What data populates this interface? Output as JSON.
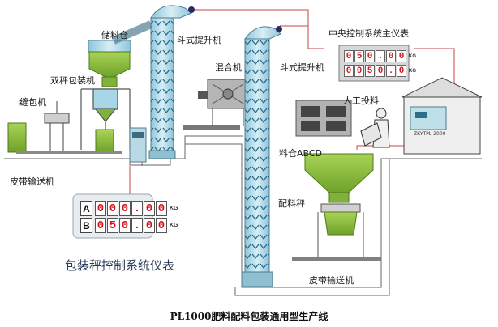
{
  "labels": {
    "storage_bin": "储料仓",
    "bucket_elevator_left": "斗式提升机",
    "twin_scale_packer": "双秤包装机",
    "sewing_machine": "缝包机",
    "conveyor_left": "皮带输送机",
    "mixer": "混合机",
    "bucket_elevator_right": "斗式提升机",
    "central_controller": "中央控制系统主仪表",
    "manual_feeding": "人工投料",
    "bins": "料仓ABCD",
    "batching_scale": "配料秤",
    "conveyor_bottom": "皮带输送机",
    "packing_scale_controller": "包装秤控制系统仪表",
    "controller_model": "ZKYTPL-2000"
  },
  "packing_readout": {
    "rows": [
      {
        "tag": "A",
        "digits": [
          "0",
          "0",
          "0",
          ".",
          "0",
          "0"
        ],
        "unit": "KG"
      },
      {
        "tag": "B",
        "digits": [
          "0",
          "5",
          "0",
          ".",
          "0",
          "0"
        ],
        "unit": "KG"
      }
    ]
  },
  "central_readout": {
    "rows": [
      {
        "digits": [
          "0",
          "5",
          "0",
          ".",
          "0",
          "0"
        ],
        "unit": "KG"
      },
      {
        "digits": [
          "0",
          "0",
          "5",
          "0",
          ".",
          "0"
        ],
        "unit": "KG"
      }
    ]
  },
  "caption": "PL1000肥料配料包装通用型生产线",
  "colors": {
    "green": "#8fc23b",
    "dark_green": "#6a9a25",
    "steel_blue": "#a9d6e6",
    "pipe": "#c14646",
    "digit_red": "#d0151b"
  }
}
